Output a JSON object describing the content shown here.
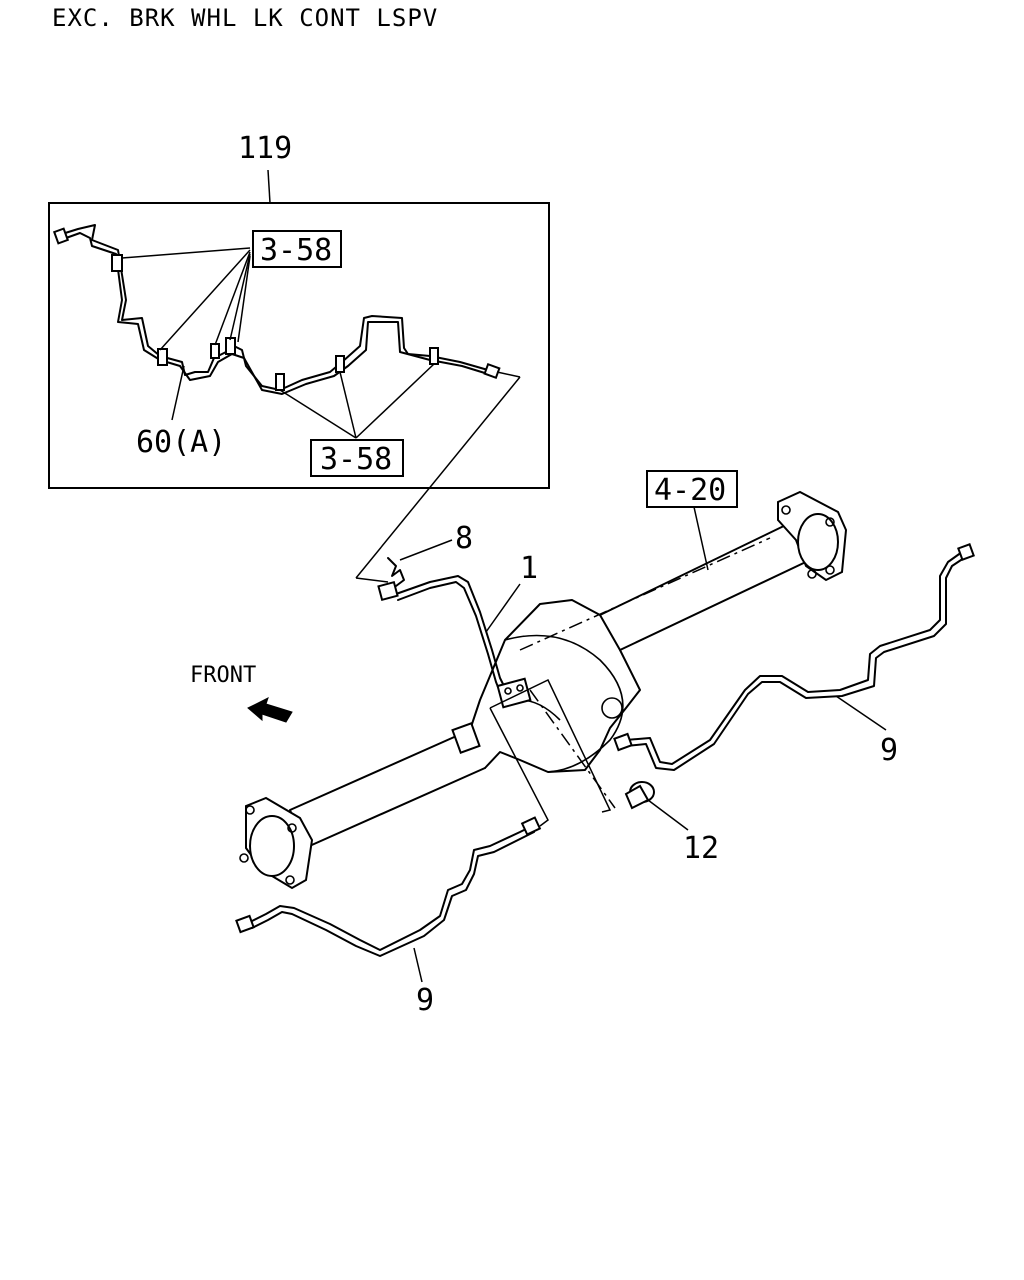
{
  "title": "EXC. BRK WHL LK CONT LSPV",
  "callouts": {
    "assembly": "119",
    "pipe_assembly": "60(A)",
    "front_pipe": "1",
    "clip": "8",
    "rear_pipe_right": "9",
    "rear_pipe_left": "9",
    "bolt": "12"
  },
  "reference_boxes": {
    "clip_ref_top": "3-58",
    "clip_ref_bottom": "3-58",
    "axle_ref": "4-20"
  },
  "direction": {
    "label": "FRONT"
  }
}
